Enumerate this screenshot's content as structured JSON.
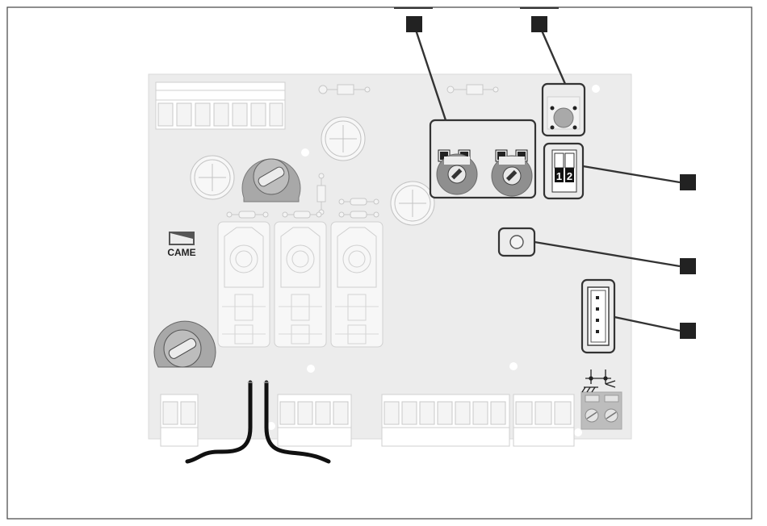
{
  "brand": {
    "logo_text": "CAME"
  },
  "dip_switch": {
    "label_1": "1",
    "label_2": "2"
  },
  "callouts": [
    {
      "id": "trimmers"
    },
    {
      "id": "push-button"
    },
    {
      "id": "dip-switch"
    },
    {
      "id": "led"
    },
    {
      "id": "connector"
    }
  ],
  "colors": {
    "board": "#ececec",
    "outline": "#333333",
    "marker": "#222222",
    "knob": "#8f8f8f",
    "cable": "#111111"
  }
}
